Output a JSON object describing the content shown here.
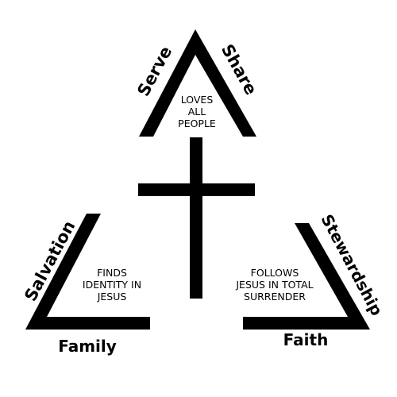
{
  "colors": {
    "ink": "#000000",
    "background": "#ffffff"
  },
  "top": {
    "label_left": "Serve",
    "label_right": "Share",
    "text_lines": [
      "LOVES",
      "ALL",
      "PEOPLE"
    ]
  },
  "left": {
    "label_side": "Salvation",
    "label_bottom": "Family",
    "text_lines": [
      "FINDS",
      "IDENTITY IN",
      "JESUS"
    ]
  },
  "right": {
    "label_side": "Stewardship",
    "label_bottom": "Faith",
    "text_lines": [
      "FOLLOWS",
      "JESUS IN TOTAL",
      "SURRENDER"
    ]
  },
  "center": {
    "icon": "cross-icon"
  }
}
